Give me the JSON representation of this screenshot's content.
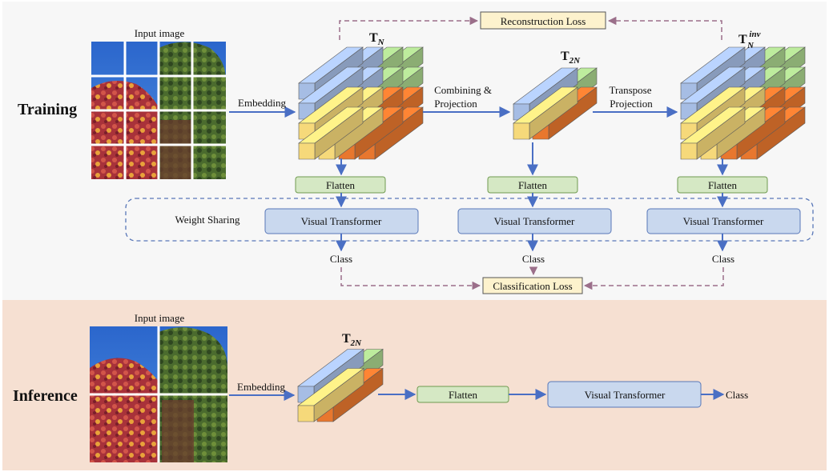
{
  "training": {
    "section_label": "Training",
    "input_label": "Input image",
    "embedding_label": "Embedding",
    "tensor_n": {
      "name": "T",
      "sub": "N"
    },
    "tensor_2n": {
      "name": "T",
      "sub": "2N"
    },
    "tensor_inv": {
      "name": "T",
      "sub": "N",
      "sup": "inv"
    },
    "combining_label_1": "Combining &",
    "combining_label_2": "Projection",
    "transpose_label_1": "Transpose",
    "transpose_label_2": "Projection",
    "flatten_label": "Flatten",
    "vt_label": "Visual Transformer",
    "class_label": "Class",
    "weight_sharing_label": "Weight Sharing",
    "reconstruction_loss_label": "Reconstruction Loss",
    "classification_loss_label": "Classification Loss"
  },
  "inference": {
    "section_label": "Inference",
    "input_label": "Input image",
    "embedding_label": "Embedding",
    "tensor_2n": {
      "name": "T",
      "sub": "2N"
    },
    "flatten_label": "Flatten",
    "vt_label": "Visual Transformer",
    "class_label": "Class"
  },
  "colors": {
    "training_bg": "#f7f7f7",
    "inference_bg": "#f6e0d2",
    "arrow": "#4a6fc4",
    "dashed": "#9b6f8a",
    "flatten_fill": "#d5e8c4",
    "flatten_stroke": "#6f9a4f",
    "vt_fill": "#c9d8ee",
    "vt_stroke": "#5877b8",
    "loss_fill": "#fdf2cd",
    "loss_stroke": "#555555",
    "cube_blue": "#a6bde4",
    "cube_green": "#a9d38c",
    "cube_yellow": "#f6d97a",
    "cube_orange": "#e8772e",
    "sky": "#2f6fd0",
    "tree_red": "#b33a3a",
    "tree_green": "#3f5a2a"
  }
}
